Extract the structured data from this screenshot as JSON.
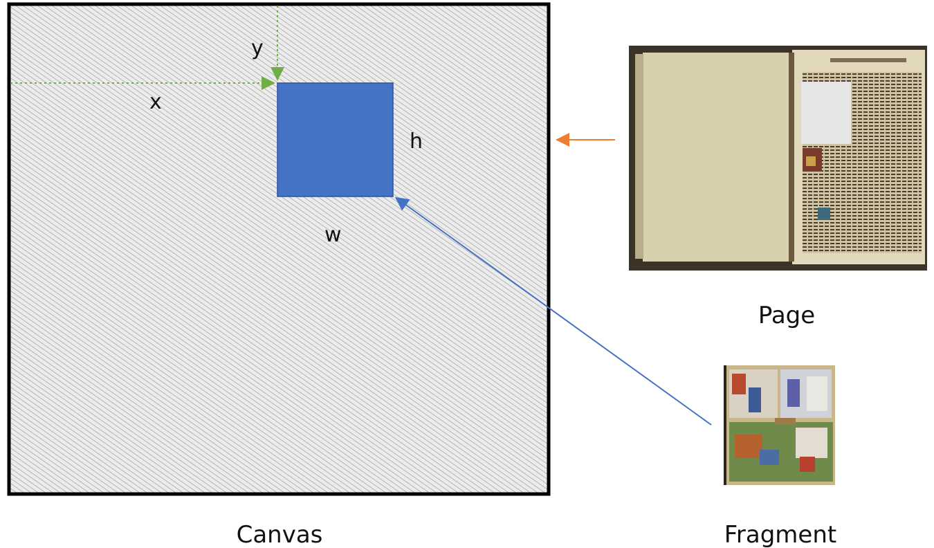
{
  "labels": {
    "x": "x",
    "y": "y",
    "w": "w",
    "h": "h",
    "canvas": "Canvas",
    "page": "Page",
    "fragment": "Fragment"
  },
  "colors": {
    "canvas_border": "#000000",
    "canvas_hatch": "#9a9a9a",
    "canvas_bg": "#e9e9e9",
    "fragment_box": "#4472c4",
    "fragment_box_border": "#2f5597",
    "offset_guides": "#70ad47",
    "fragment_arrow": "#4472c4",
    "page_arrow": "#ed7d31"
  },
  "images": {
    "page": "manuscript-page-thumbnail",
    "fragment": "illuminated-fragment-thumbnail"
  }
}
